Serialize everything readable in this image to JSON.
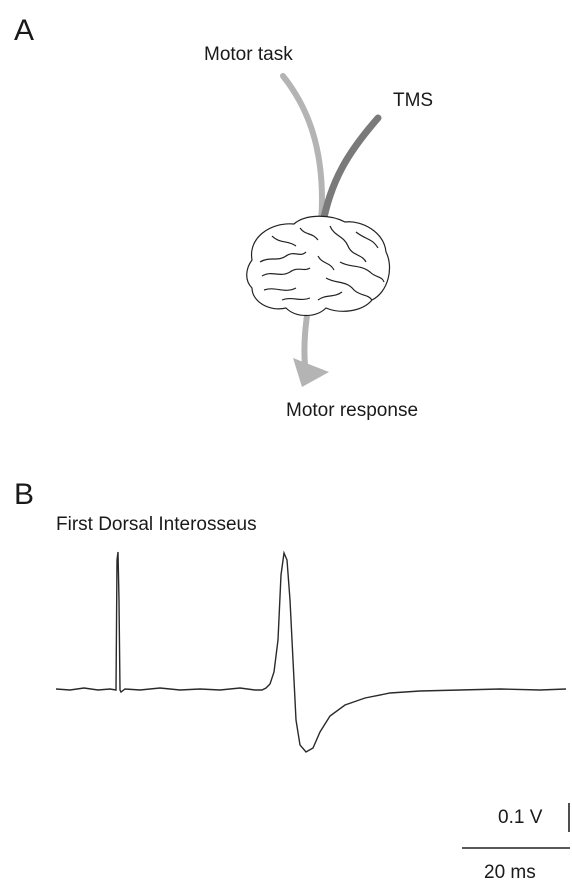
{
  "panel_a": {
    "letter": "A",
    "labels": {
      "motor_task": "Motor task",
      "tms": "TMS",
      "motor_response": "Motor response"
    }
  },
  "panel_b": {
    "letter": "B",
    "title": "First Dorsal Interosseus",
    "scale_bar": {
      "voltage": "0.1 V",
      "time": "20 ms"
    }
  },
  "colors": {
    "motor_task_arrow": "#b4b4b4",
    "tms_arrow": "#7a7a7a",
    "trace": "#2a2a2a"
  }
}
